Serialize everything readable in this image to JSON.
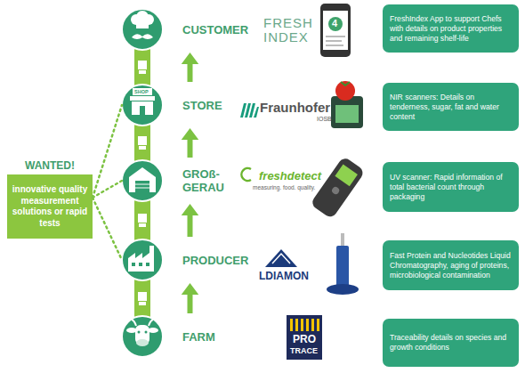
{
  "diagram": {
    "nodes": [
      {
        "text": [
          "CUSTOMER"
        ]
      },
      {
        "text": [
          "FreshIndex App to support Chefs with details on product properties and remaining shelf-life"
        ]
      },
      {
        "text": [
          "STORE"
        ]
      },
      {
        "text": [
          "NIR scanners: Details on tenderness, sugar, fat and water content"
        ]
      },
      {
        "text": [
          "WANTED!",
          "innovative quality measurement solutions or rapid tests"
        ]
      },
      {
        "text": [
          "GROß-GERAU"
        ]
      },
      {
        "text": [
          "UV scanner: Rapid information of total bacterial count through packaging"
        ]
      },
      {
        "text": [
          "PRODUCER"
        ]
      },
      {
        "text": [
          "Fast Protein and Nucleotides Liquid Chromatography, aging of proteins, microbiological contamination"
        ]
      },
      {
        "text": [
          "FARM"
        ]
      },
      {
        "text": [
          "Traceability details on species and growth conditions"
        ]
      }
    ],
    "edges": [
      {
        "from": 9,
        "to": 7,
        "arrow": "to"
      },
      {
        "from": 7,
        "to": 5,
        "arrow": "to"
      },
      {
        "from": 5,
        "to": 2,
        "arrow": "to"
      },
      {
        "from": 2,
        "to": 0,
        "arrow": "to"
      },
      {
        "from": 4,
        "to": 2,
        "arrow": "none"
      },
      {
        "from": 4,
        "to": 5,
        "arrow": "none"
      },
      {
        "from": 4,
        "to": 7,
        "arrow": "none"
      }
    ],
    "labels": [
      "FRESH INDEX",
      "4",
      "SHOP",
      "Fraunhofer",
      "IOSB",
      "freshdetect",
      "measuring. food. quality.",
      "LDIAMON",
      "PRO",
      "TRACE"
    ]
  }
}
